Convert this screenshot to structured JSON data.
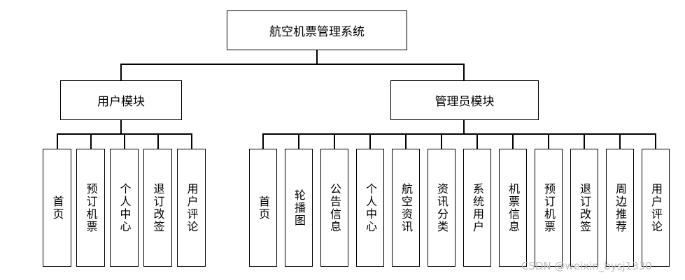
{
  "root": {
    "label": "航空机票管理系统"
  },
  "user_module": {
    "label": "用户模块",
    "items": [
      "首页",
      "预订机票",
      "个人中心",
      "退订改签",
      "用户评论"
    ]
  },
  "admin_module": {
    "label": "管理员模块",
    "items": [
      "首页",
      "轮播图",
      "公告信息",
      "个人中心",
      "航空资讯",
      "资讯分类",
      "系统用户",
      "机票信息",
      "预订机票",
      "退订改签",
      "周边推荐",
      "用户评论"
    ]
  },
  "watermark": "CSDN @weixin_bysj1330"
}
